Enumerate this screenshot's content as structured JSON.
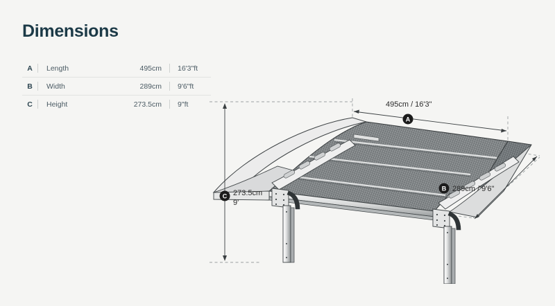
{
  "page": {
    "title": "Dimensions",
    "background_color": "#f5f5f3",
    "title_color": "#1c3a47"
  },
  "spec_table": {
    "rows": [
      {
        "key": "A",
        "label": "Length",
        "metric": "495cm",
        "imperial": "16'3\"ft"
      },
      {
        "key": "B",
        "label": "Width",
        "metric": "289cm",
        "imperial": "9'6\"ft"
      },
      {
        "key": "C",
        "label": "Height",
        "metric": "273.5cm",
        "imperial": "9\"ft"
      }
    ]
  },
  "diagram": {
    "subject": "curved-roof-carport",
    "annotations": [
      {
        "badge": "A",
        "text": "495cm / 16'3\"",
        "axis": "length"
      },
      {
        "badge": "B",
        "text": "289cm / 9'6\"",
        "axis": "width"
      },
      {
        "badge": "C",
        "text_line1": "273.5cm",
        "text_line2": "9'",
        "axis": "height"
      }
    ]
  }
}
